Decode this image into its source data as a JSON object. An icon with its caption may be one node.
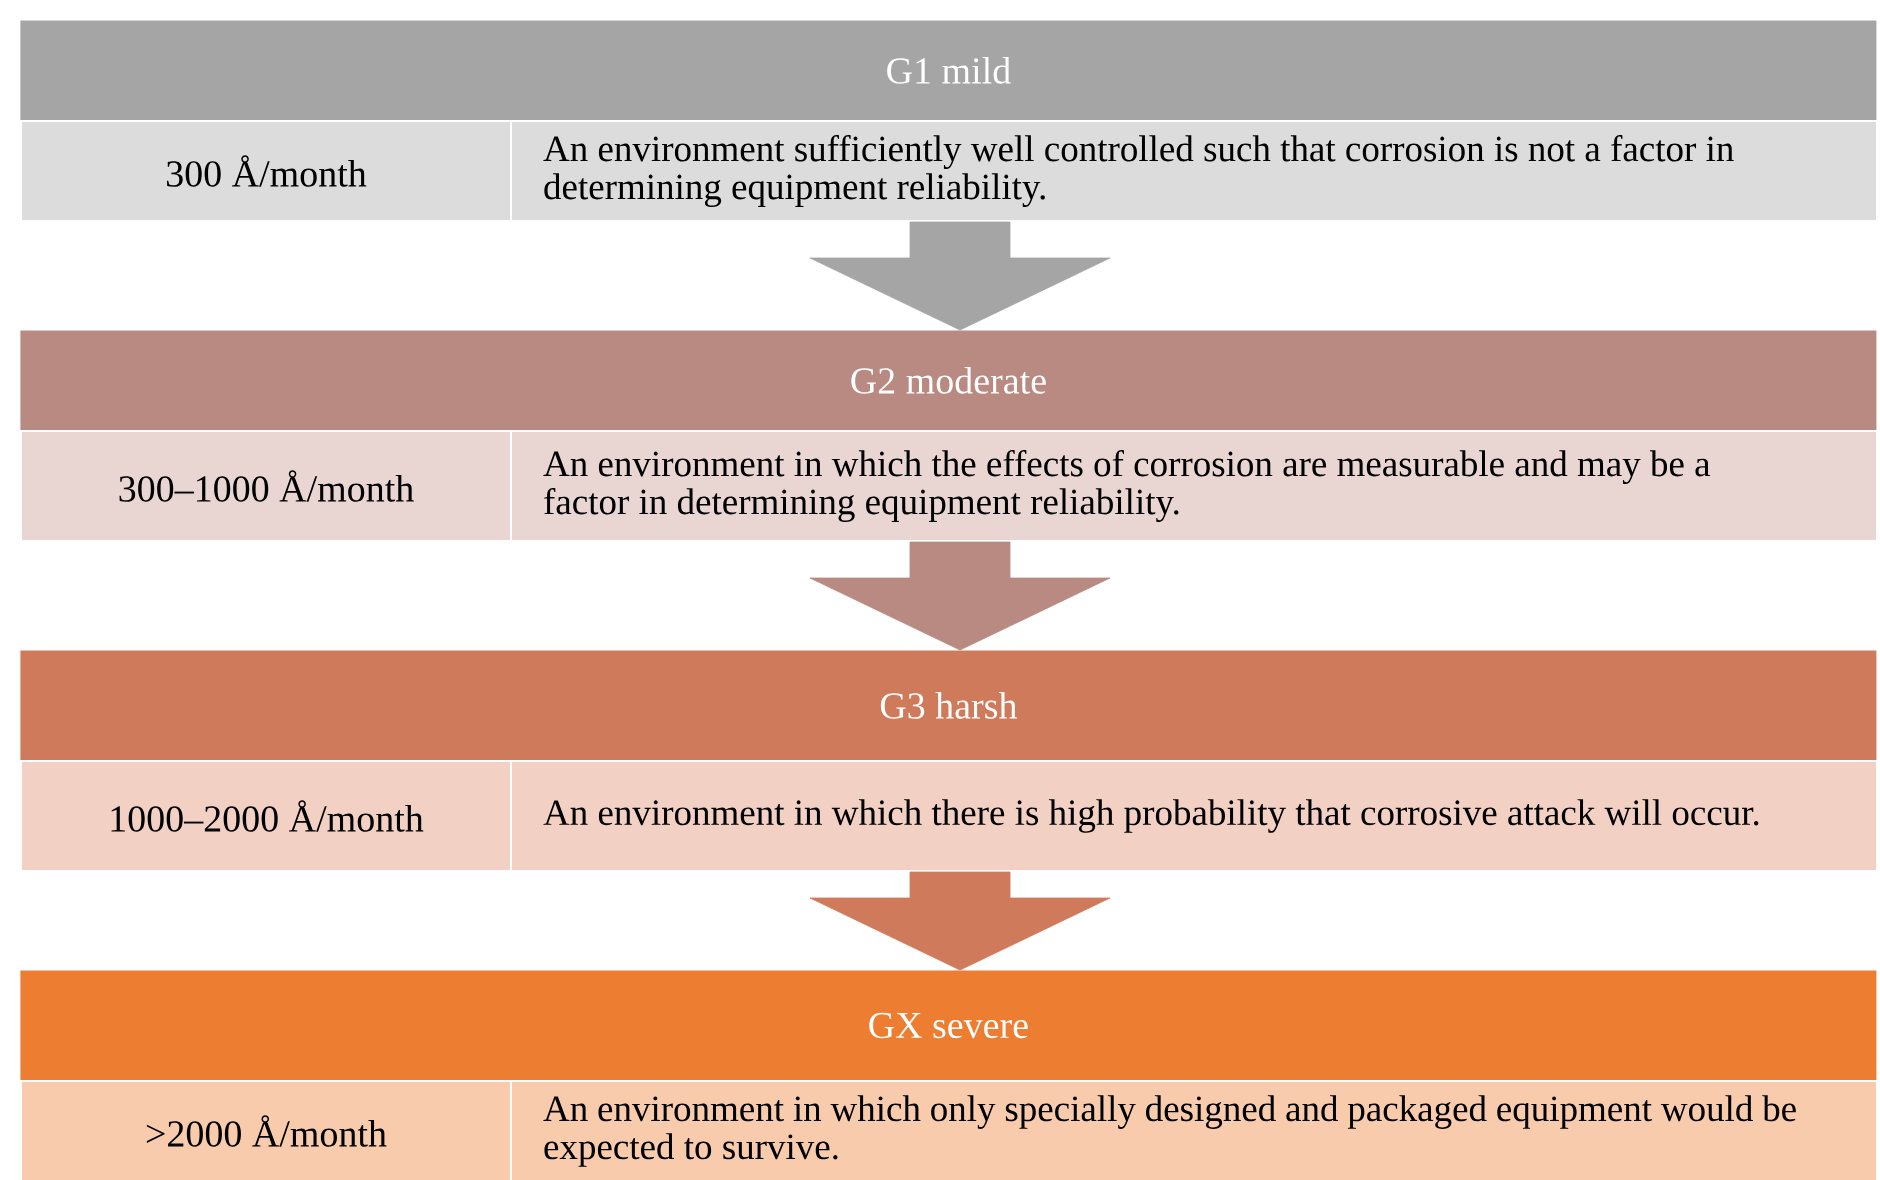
{
  "diagram": {
    "nodes": [
      {
        "text": [
          "G1 mild"
        ]
      },
      {
        "text": [
          "300 Å/month"
        ]
      },
      {
        "text": [
          "An environment sufficiently well controlled such that corrosion is not a factor in determining equipment reliability."
        ]
      },
      {
        "text": [
          "G2 moderate"
        ]
      },
      {
        "text": [
          "300–1000 Å/month"
        ]
      },
      {
        "text": [
          "An environment in which the effects of corrosion are measurable and may be a factor in determining equipment reliability."
        ]
      },
      {
        "text": [
          "G3 harsh"
        ]
      },
      {
        "text": [
          "1000–2000 Å/month"
        ]
      },
      {
        "text": [
          "An environment in which there is high probability that corrosive attack will occur."
        ]
      },
      {
        "text": [
          "GX severe"
        ]
      },
      {
        "text": [
          ">2000 Å/month"
        ]
      },
      {
        "text": [
          "An environment in which only specially designed and packaged equipment would be expected to survive."
        ]
      }
    ],
    "edges": [
      {
        "from": 2,
        "to": 3,
        "arrow": "to",
        "color": "#a5a5a5"
      },
      {
        "from": 5,
        "to": 6,
        "arrow": "to",
        "color": "#b88a82"
      },
      {
        "from": 8,
        "to": 9,
        "arrow": "to",
        "color": "#d07a5c"
      }
    ]
  }
}
